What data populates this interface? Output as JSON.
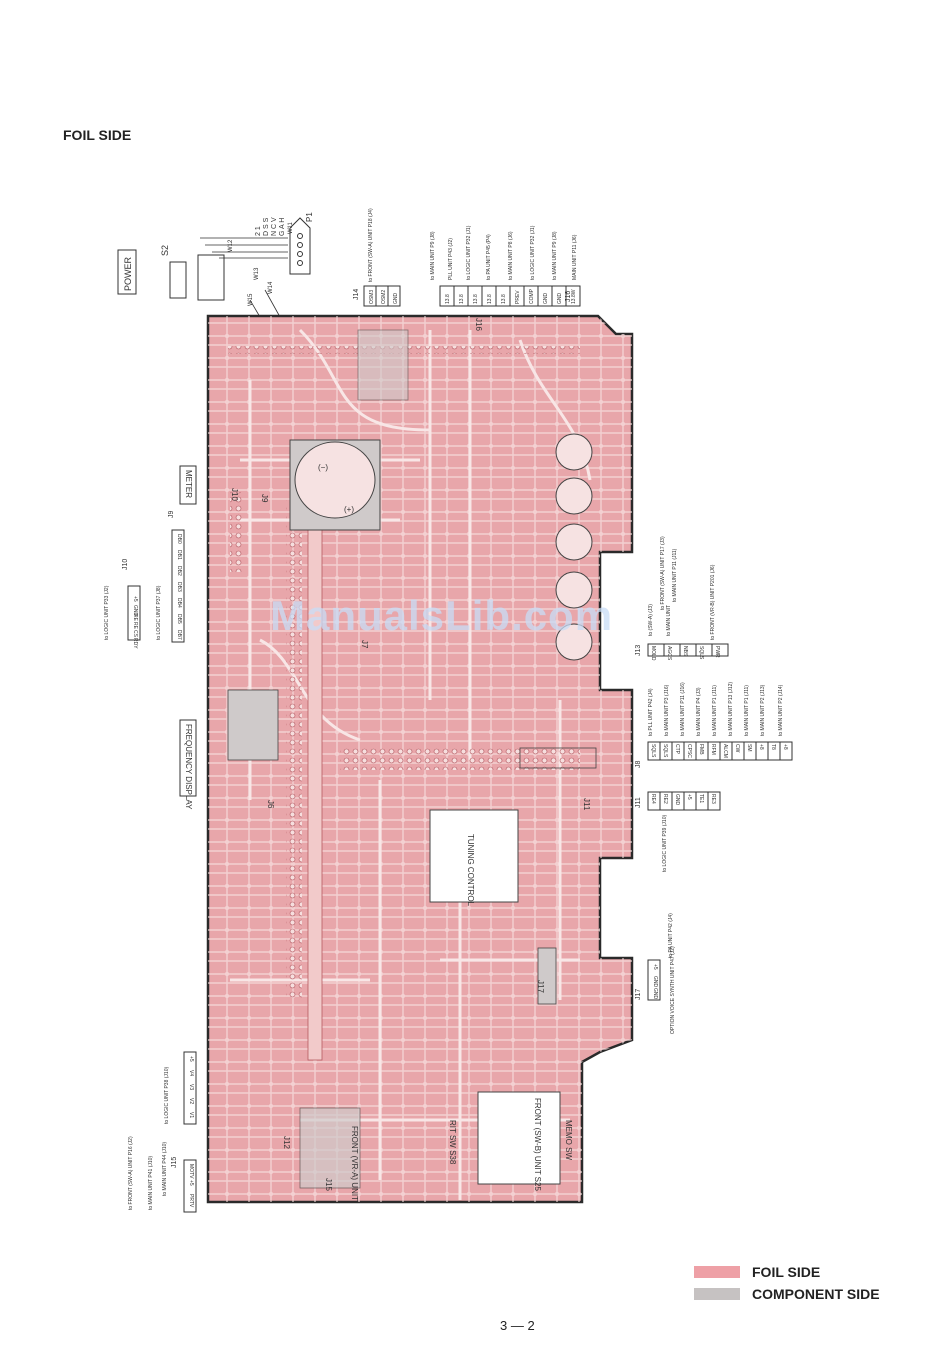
{
  "page": {
    "title": "FOIL SIDE",
    "page_number": "3 — 2",
    "watermark": "ManualsLib.com"
  },
  "legend": [
    {
      "label": "FOIL SIDE",
      "color": "#eea0a6"
    },
    {
      "label": "COMPONENT SIDE",
      "color": "#c6c2c2"
    }
  ],
  "colors": {
    "board_red": "#e8a6aa",
    "board_outline": "#2a2a2a",
    "trace": "#f6dede",
    "component_grey": "#cfcaca"
  },
  "labels": {
    "power": "POWER",
    "s2": "S2",
    "p1": "P1",
    "meter": "METER",
    "freq_display": "FREQUENCY DISPLAY",
    "tuning_control": "TUNING CONTROL",
    "memo_sw": "MEMO SW",
    "front_sw_b": "FRONT (SW-B) UNIT S25",
    "rit_sw": "RIT SW S38",
    "front_vr_a": "FRONT (VR-A) UNIT",
    "minus": "(−)",
    "plus": "(+)"
  },
  "p1_pins": [
    "G A H",
    "N C V",
    "D S S",
    "2 1"
  ],
  "wires": [
    "W11",
    "W12",
    "W13",
    "W14",
    "W15"
  ],
  "jack_ids": [
    "J14",
    "J16",
    "J10",
    "J9",
    "J13",
    "J8",
    "J11",
    "J17",
    "J15",
    "J12",
    "J6",
    "J7"
  ],
  "j14": {
    "pins": [
      "OSM3",
      "OSM2",
      "GND"
    ],
    "dest": "to FRONT (SW-A) UNIT P18 (J4)"
  },
  "j16": {
    "pins": [
      "13.8",
      "13.8",
      "13.8",
      "13.8",
      "13.8",
      "PREV",
      "COMP",
      "GND",
      "GND",
      "13.8W"
    ],
    "dests": [
      "to MAIN UNIT P9 (J8)",
      "PLL UNIT P43 (J2)",
      "to LOGIC UNIT P32 (J1)",
      "to PA UNIT P45 (P4)",
      "to MAIN UNIT P8 (J6)",
      "to LOGIC UNIT P32 (J1)",
      "to MAIN UNIT P9 (J8)",
      "MAIN UNIT P11 (J6)"
    ]
  },
  "j10": {
    "pins": [
      "+5",
      "GND",
      "RE",
      "RE",
      "CS",
      "RDY"
    ],
    "dest": "to LOGIC UNIT P33 (J2)"
  },
  "j9": {
    "pins": [
      "DB0",
      "DB1",
      "DB2",
      "DB3",
      "DB4",
      "DB5",
      "DB7"
    ],
    "dest": "to LOGIC UNIT P37 (J8)"
  },
  "j13": {
    "pins": [
      "MOLD",
      "AGCS",
      "NBS",
      "SQLS",
      "PWR"
    ],
    "dests": [
      "to (SW-A) (J3)",
      "to MAIN UNIT",
      "to FRONT (SW-A) UNIT P17 (J3)",
      "to MAIN UNIT P11 (J11)",
      "to FRONT (VR-B) UNIT P201 (J6)"
    ]
  },
  "j8": {
    "pins": [
      "SQLS",
      "SQLS",
      "CTP",
      "CPSC",
      "FMB",
      "RFM",
      "ALCM",
      "CW",
      "SM",
      "+8",
      "T8",
      "+8"
    ],
    "dests": [
      "to PLL UNIT P42 (J4)",
      "to MAIN UNIT P3 (J16)",
      "to MAIN UNIT P11 (J16)",
      "to MAIN UNIT P4 (J3)",
      "to MAIN UNIT P1 (J11)",
      "to MAIN UNIT P13 (J12)",
      "to MAIN UNIT P1 (J11)",
      "to MAIN UNIT P2 (J13)",
      "to MAIN UNIT P2 (J14)"
    ]
  },
  "j11": {
    "pins": [
      "RE4",
      "RE2",
      "GND",
      "+5",
      "TE1",
      "RE3"
    ],
    "dest": "to LOGIC UNIT P39 (J10)"
  },
  "j17": {
    "pins": [
      "+5",
      "GND",
      "GND"
    ],
    "dests": [
      "to PA UNIT P42 (J4)",
      "OPTION VOICE SYNTH UNIT P47 (J2)"
    ]
  },
  "j15": {
    "pins": [
      "MOTV",
      "+5",
      "PRTV"
    ],
    "dests": [
      "to MAIN UNIT P41 (J10)",
      "to FRONT (SW-A) UNIT P16 (J2)",
      "to MAIN UNIT P44 (J10)"
    ]
  },
  "j12": {
    "pins": [
      "+5",
      "V4",
      "V3",
      "V2",
      "V1"
    ],
    "dest": "to LOGIC UNIT P38 (J10)"
  }
}
